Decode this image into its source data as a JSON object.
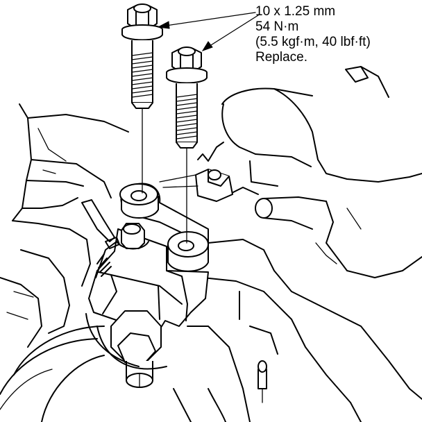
{
  "callout": {
    "line1": "10 x 1.25 mm",
    "line2": "54 N·m",
    "line3": "(5.5 kgf·m, 40 lbf·ft)",
    "line4": "Replace."
  },
  "colors": {
    "ink": "#000000",
    "paper": "#ffffff"
  }
}
